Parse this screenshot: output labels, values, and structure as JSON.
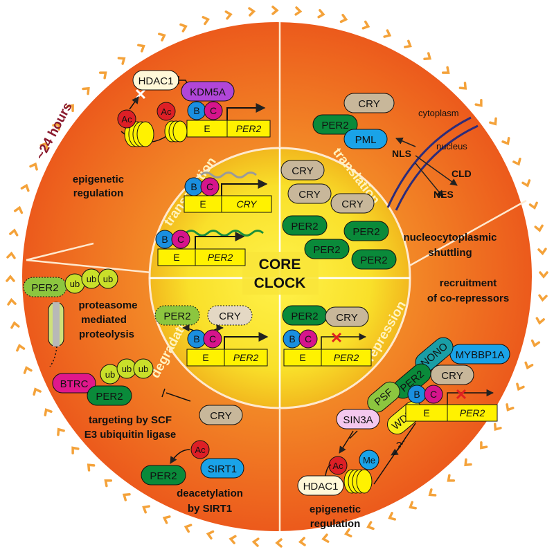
{
  "period": "~24 hours",
  "core_title": [
    "CORE",
    "CLOCK"
  ],
  "sections": {
    "transcription": "transcription",
    "translation": "translation",
    "degradation": "degradation",
    "repression": "repression"
  },
  "labels": {
    "epigenetic_regulation": [
      "epigenetic",
      "regulation"
    ],
    "nucleocytoplasmic": [
      "nucleocytoplasmic",
      "shuttling"
    ],
    "proteasome": [
      "proteasome",
      "mediated",
      "proteolysis"
    ],
    "targeting": [
      "targeting by SCF",
      "E3 ubiquitin ligase"
    ],
    "deacetylation": [
      "deacetylation",
      "by SIRT1"
    ],
    "recruitment": [
      "recruitment",
      "of co-repressors"
    ],
    "epigenetic_regulation2": [
      "epigenetic",
      "regulation"
    ],
    "cytoplasm": "cytoplasm",
    "nucleus": "nucleus",
    "nls": "NLS",
    "cld": "CLD",
    "nes": "NES",
    "question": "?"
  },
  "proteins": {
    "per2": "PER2",
    "cry": "CRY",
    "hdac1": "HDAC1",
    "kdm5a": "KDM5A",
    "pml": "PML",
    "btrc": "BTRC",
    "sirt1": "SIRT1",
    "sin3a": "SIN3A",
    "psf": "PSF",
    "wdr5": "WDR5",
    "nono": "NONO",
    "mybbp1a": "MYBBP1A",
    "ub": "ub",
    "ac": "Ac",
    "me": "Me",
    "b": "B",
    "c": "C",
    "e": "E"
  },
  "genes": {
    "per2": "PER2",
    "cry": "CRY"
  },
  "colors": {
    "per2": "#0a8a3a",
    "cry": "#c8b79a",
    "b": "#1a8fe0",
    "c": "#d6148c",
    "ac": "#dd1f26",
    "kdm5a": "#b146d8",
    "pml": "#1aa3e8",
    "btrc": "#e0188c",
    "sirt1": "#1aa3e8",
    "nono": "#1a9ea6",
    "mybbp1a": "#1aa3e8",
    "psf": "#8cc63f",
    "wdr5": "#f7f019",
    "sin3a": "#f4c8ee",
    "hdac1": "#fff8d8",
    "ub": "#c9df2a",
    "gene_box": "#fff200"
  }
}
